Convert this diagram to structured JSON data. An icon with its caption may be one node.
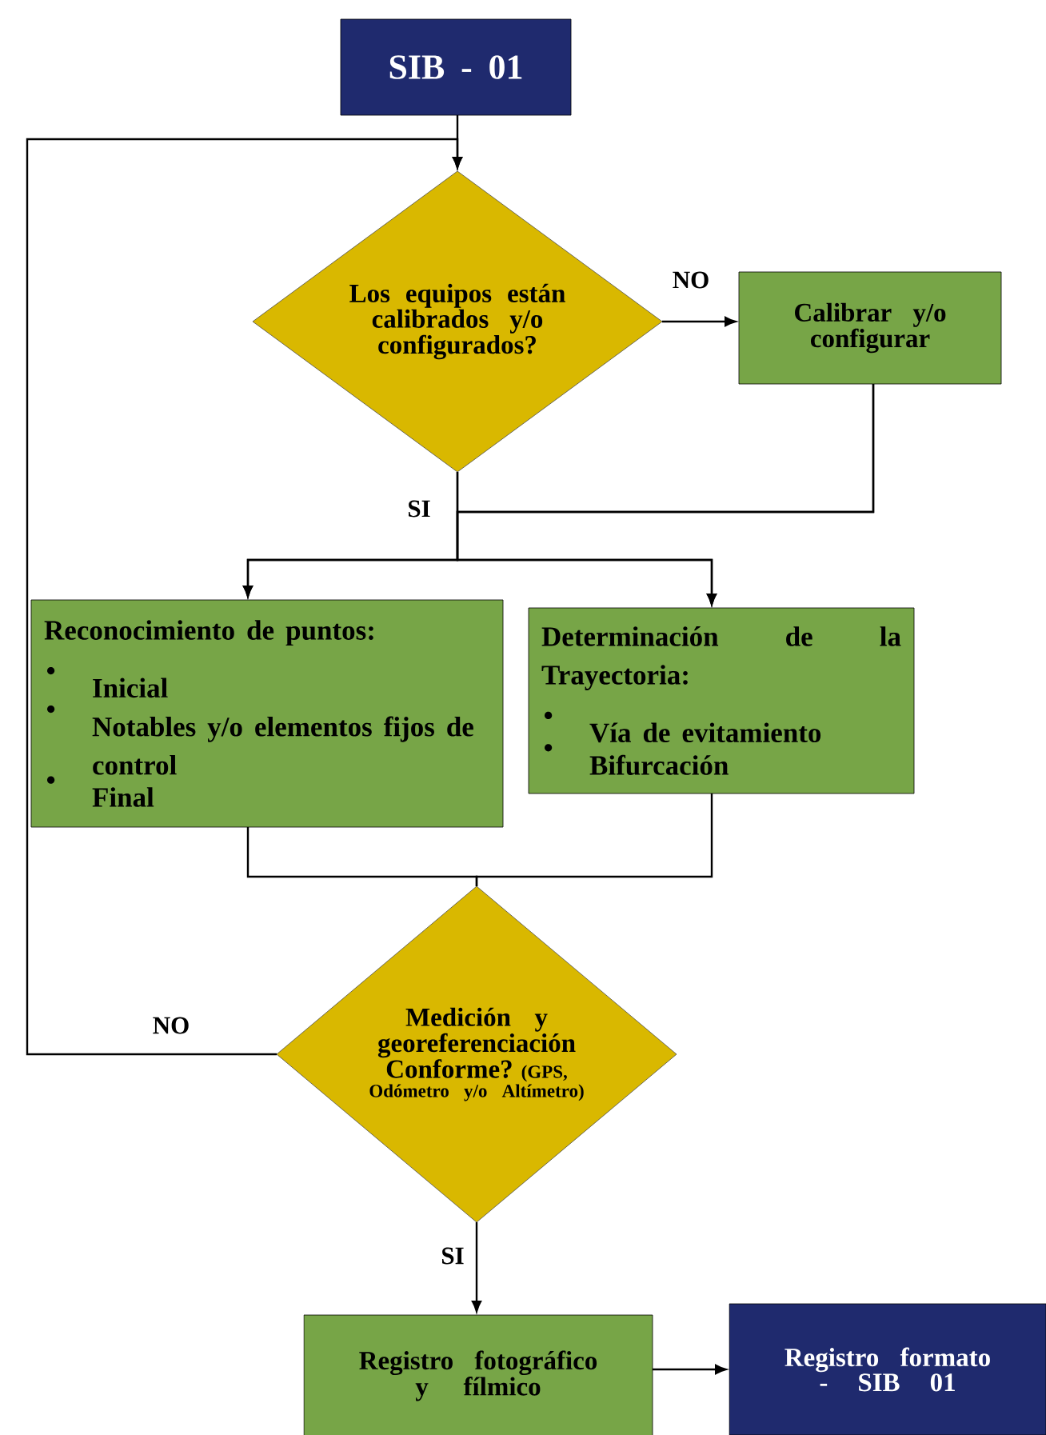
{
  "diagram": {
    "nodes": [
      {
        "text": [
          "SIB - 01"
        ]
      },
      {
        "text": [
          "Los equipos están calibrados y/o configurados?"
        ]
      },
      {
        "text": [
          "Calibrar y/o configurar"
        ]
      },
      {
        "text": [
          "Reconocimiento de puntos:",
          "Inicial",
          "Notables y/o elementos fijos de control",
          "Final"
        ]
      },
      {
        "text": [
          "Determinación de la Trayectoria:",
          "Vía de evitamiento",
          "Bifurcación"
        ]
      },
      {
        "text": [
          "Medición y georeferenciación Conforme?",
          "(GPS, Odómetro y/o Altímetro)"
        ]
      },
      {
        "text": [
          "Registro fotográfico y fílmico"
        ]
      },
      {
        "text": [
          "Registro formato - SIB 01"
        ]
      }
    ],
    "edges": [
      {
        "from": 0,
        "to": 1,
        "arrow": "to"
      },
      {
        "from": 1,
        "to": 2,
        "arrow": "to",
        "label": "NO"
      },
      {
        "from": 1,
        "to": 3,
        "arrow": "to",
        "label": "SI"
      },
      {
        "from": 1,
        "to": 4,
        "arrow": "to"
      },
      {
        "from": 2,
        "to": 3,
        "arrow": "to"
      },
      {
        "from": 2,
        "to": 4,
        "arrow": "to"
      },
      {
        "from": 3,
        "to": 5,
        "arrow": "none"
      },
      {
        "from": 4,
        "to": 5,
        "arrow": "none"
      },
      {
        "from": 5,
        "to": 1,
        "arrow": "to",
        "label": "NO"
      },
      {
        "from": 5,
        "to": 6,
        "arrow": "to",
        "label": "SI"
      },
      {
        "from": 6,
        "to": 7,
        "arrow": "to"
      }
    ]
  }
}
